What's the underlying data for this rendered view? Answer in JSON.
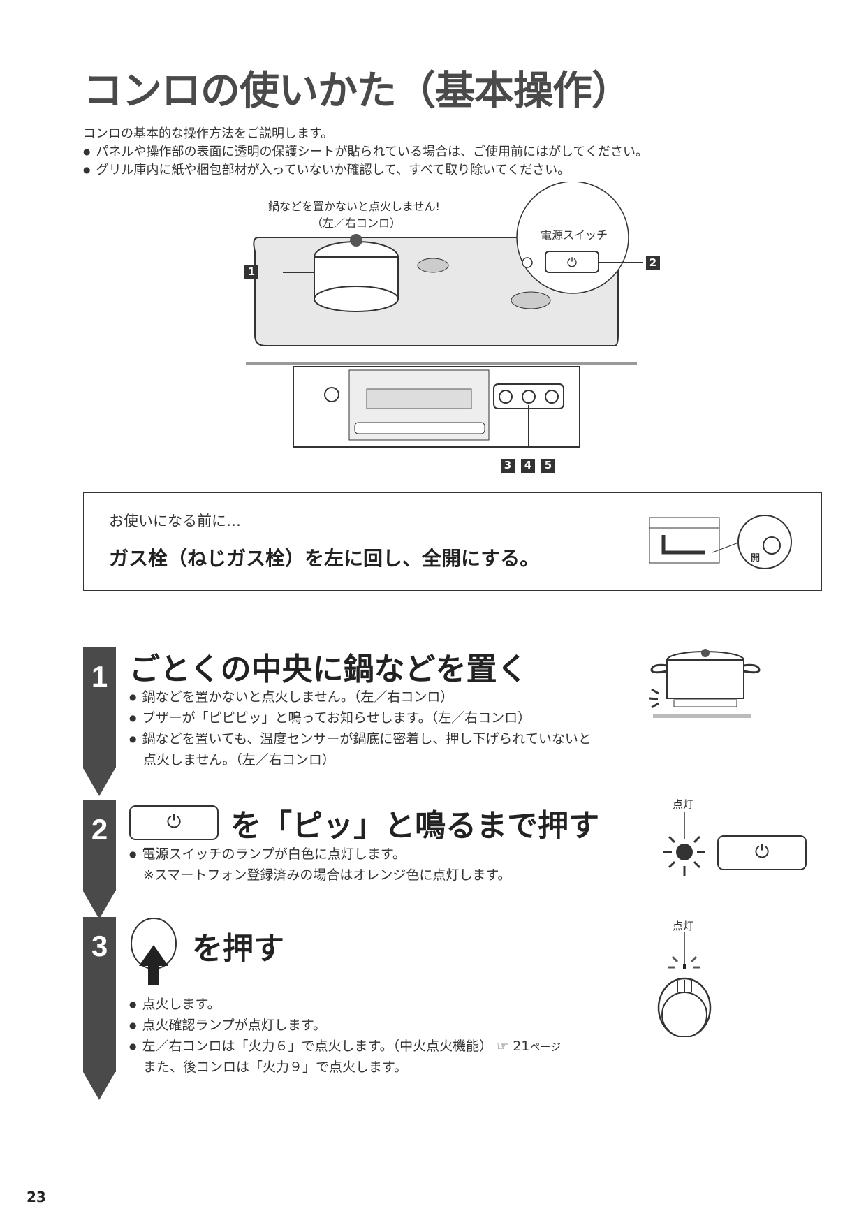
{
  "title": "コンロの使いかた（基本操作）",
  "intro": [
    "コンロの基本的な操作方法をご説明します。",
    "パネルや操作部の表面に透明の保護シートが貼られている場合は、ご使用前にはがしてください。",
    "グリル庫内に紙や梱包部材が入っていないか確認して、すべて取り除いてください。"
  ],
  "diagram": {
    "note1": "鍋などを置かないと点火しません!",
    "note2": "（左／右コンロ）",
    "switch_label": "電源スイッチ",
    "callouts": [
      "1",
      "2",
      "3",
      "4",
      "5"
    ]
  },
  "notice": {
    "pre": "お使いになる前に…",
    "main": "ガス栓（ねじガス栓）を左に回し、全開にする。",
    "valve_label": "開"
  },
  "steps": [
    {
      "num": "1",
      "heading": "ごとくの中央に鍋などを置く",
      "lines": [
        "鍋などを置かないと点火しません。（左／右コンロ）",
        "ブザーが「ピピピッ」と鳴ってお知らせします。（左／右コンロ）",
        "鍋などを置いても、温度センサーが鍋底に密着し、押し下げられていないと",
        "点火しません。（左／右コンロ）"
      ]
    },
    {
      "num": "2",
      "heading": "を「ピッ」と鳴るまで押す",
      "button_symbol": "⏻",
      "lines": [
        "電源スイッチのランプが白色に点灯します。",
        "※スマートフォン登録済みの場合はオレンジ色に点灯します。"
      ],
      "lamp_label": "点灯"
    },
    {
      "num": "3",
      "heading": "を押す",
      "lines": [
        "点火します。",
        "点火確認ランプが点灯します。",
        "左／右コンロは「火力６」で点火します。（中火点火機能）",
        "また、後コンロは「火力９」で点火します。"
      ],
      "ref_icon": "☞",
      "ref_page": "21",
      "ref_suffix": "ページ",
      "lamp_label": "点灯"
    }
  ],
  "page_number": "23"
}
